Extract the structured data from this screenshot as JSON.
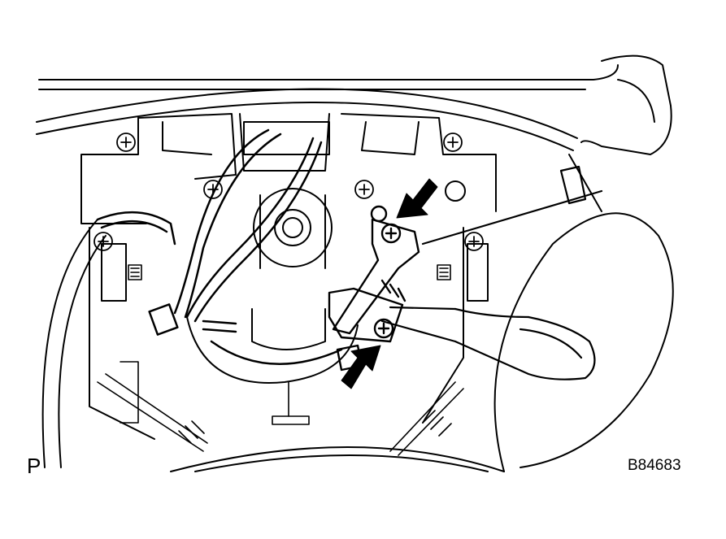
{
  "figure": {
    "view_letter": "P",
    "code": "B84683"
  },
  "colors": {
    "ink": "#000000",
    "paper": "#ffffff"
  },
  "icons": {
    "arrows": "bold-arrow",
    "screws": "phillips-screw"
  }
}
